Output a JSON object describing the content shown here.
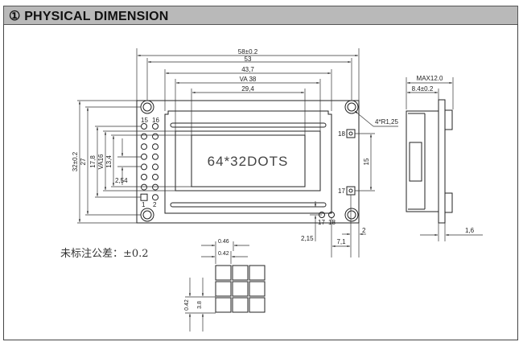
{
  "header": {
    "title": "① PHYSICAL DIMENSION"
  },
  "front_view": {
    "display_text": "64*32DOTS",
    "dims_top": {
      "overall": "58±0.2",
      "hole_pitch": "53",
      "bezel": "43,7",
      "view_area": "VA 38",
      "active_area": "29,4"
    },
    "dims_left": {
      "overall": "32±0.2",
      "hole_pitch": "27",
      "pin_span": "17,8",
      "view_area": "VA16",
      "active_area": "13,4",
      "pin_pitch": "2,54"
    },
    "pin_labels": {
      "top_left": "15",
      "top_right": "16",
      "bottom_left": "1",
      "bottom_right": "2",
      "led_a": "17",
      "led_k": "18"
    },
    "dims_right": {
      "hole_radius": "4*R1,25",
      "pad_spacing": "15",
      "pad_top": "18",
      "pad_bottom": "17",
      "offset_2": "2",
      "offset_7_1": "7,1",
      "offset_2_15": "2,15"
    }
  },
  "side_view": {
    "max_thickness": "MAX12.0",
    "lcd_thickness": "8.4±0.2",
    "pcb_thickness": "1,6"
  },
  "tolerance_note": "未标注公差：±0.2",
  "dot_detail": {
    "dot_pitch": "0.46",
    "dot_size": "0.42",
    "v_dot_size": "0.42",
    "v_pitch": "3.8"
  }
}
